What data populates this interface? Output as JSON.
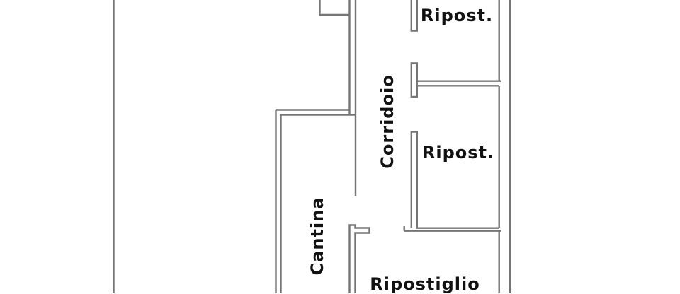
{
  "document": {
    "type": "floor-plan",
    "language": "it"
  },
  "colors": {
    "wall": "#757575",
    "text": "#111111",
    "background": "#ffffff"
  },
  "rooms": {
    "ripost_upper": {
      "label": "Ripost."
    },
    "ripost_lower": {
      "label": "Ripost."
    },
    "ripostiglio": {
      "label": "Ripostiglio"
    },
    "corridoio": {
      "label": "Corridoio"
    },
    "cantina": {
      "label": "Cantina"
    }
  }
}
